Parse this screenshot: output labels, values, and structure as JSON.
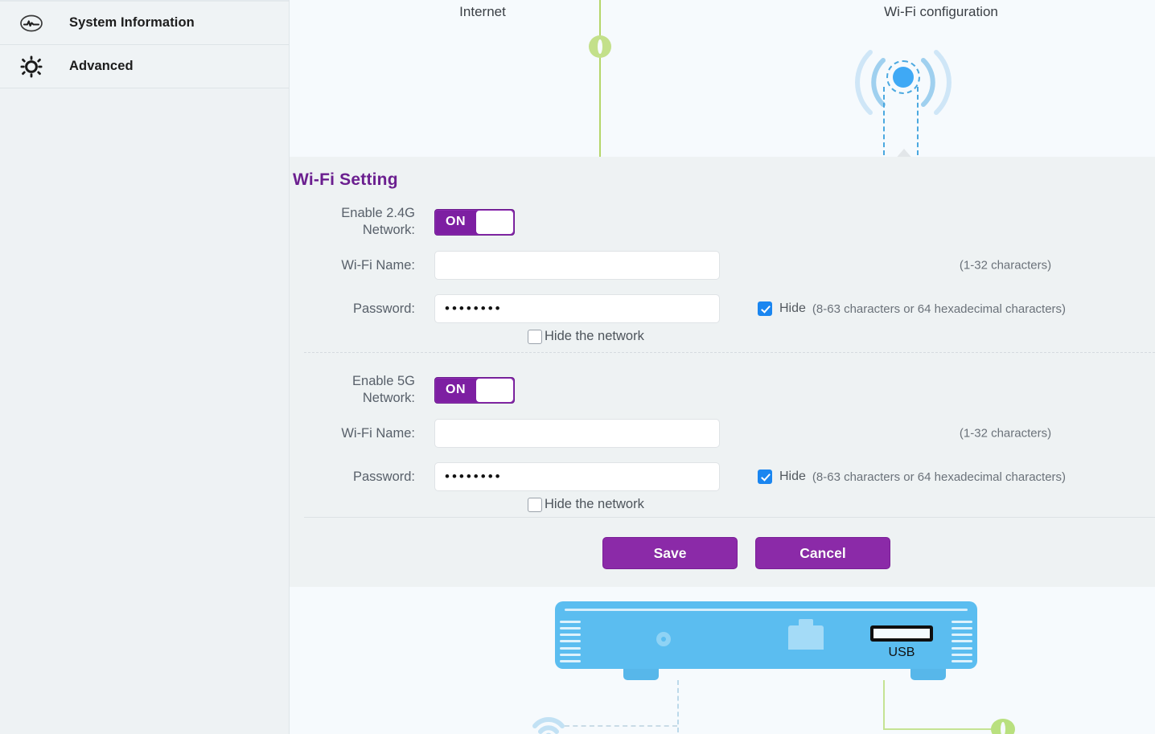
{
  "sidebar": {
    "items": [
      {
        "label": "System Information",
        "icon": "activity-monitor-icon"
      },
      {
        "label": "Advanced",
        "icon": "gear-icon"
      }
    ]
  },
  "diagram_top": {
    "internet_label": "Internet",
    "wifi_config_label": "Wi-Fi configuration"
  },
  "panel": {
    "title": "Wi-Fi Setting",
    "bands": [
      {
        "enable_label": "Enable 2.4G\nNetwork:",
        "enable_label_line1": "Enable 2.4G",
        "enable_label_line2": "Network:",
        "toggle_state": "ON",
        "toggle_on": true,
        "name_label": "Wi-Fi Name:",
        "name_value": "",
        "name_placeholder": "",
        "name_hint": "(1-32 characters)",
        "password_label": "Password:",
        "password_value": "••••••••",
        "hide_checkbox_checked": true,
        "hide_label": "Hide",
        "password_hint": "(8-63 characters or 64 hexadecimal characters)",
        "hide_network_label": "Hide the network",
        "hide_network_checked": false
      },
      {
        "enable_label": "Enable 5G\nNetwork:",
        "enable_label_line1": "Enable 5G",
        "enable_label_line2": "Network:",
        "toggle_state": "ON",
        "toggle_on": true,
        "name_label": "Wi-Fi Name:",
        "name_value": "",
        "name_placeholder": "",
        "name_hint": "(1-32 characters)",
        "password_label": "Password:",
        "password_value": "••••••••",
        "hide_checkbox_checked": true,
        "hide_label": "Hide",
        "password_hint": "(8-63 characters or 64 hexadecimal characters)",
        "hide_network_label": "Hide the network",
        "hide_network_checked": false
      }
    ],
    "save_label": "Save",
    "cancel_label": "Cancel"
  },
  "diagram_bottom": {
    "usb_label": "USB"
  },
  "colors": {
    "accent_purple": "#8b2aa8",
    "title_purple": "#6b1f8f",
    "checkbox_blue": "#1a86f0",
    "router_blue": "#5bbdf0",
    "link_green": "#b4d66a",
    "panel_bg": "#eef2f3",
    "diagram_bg": "#f6fafd"
  }
}
